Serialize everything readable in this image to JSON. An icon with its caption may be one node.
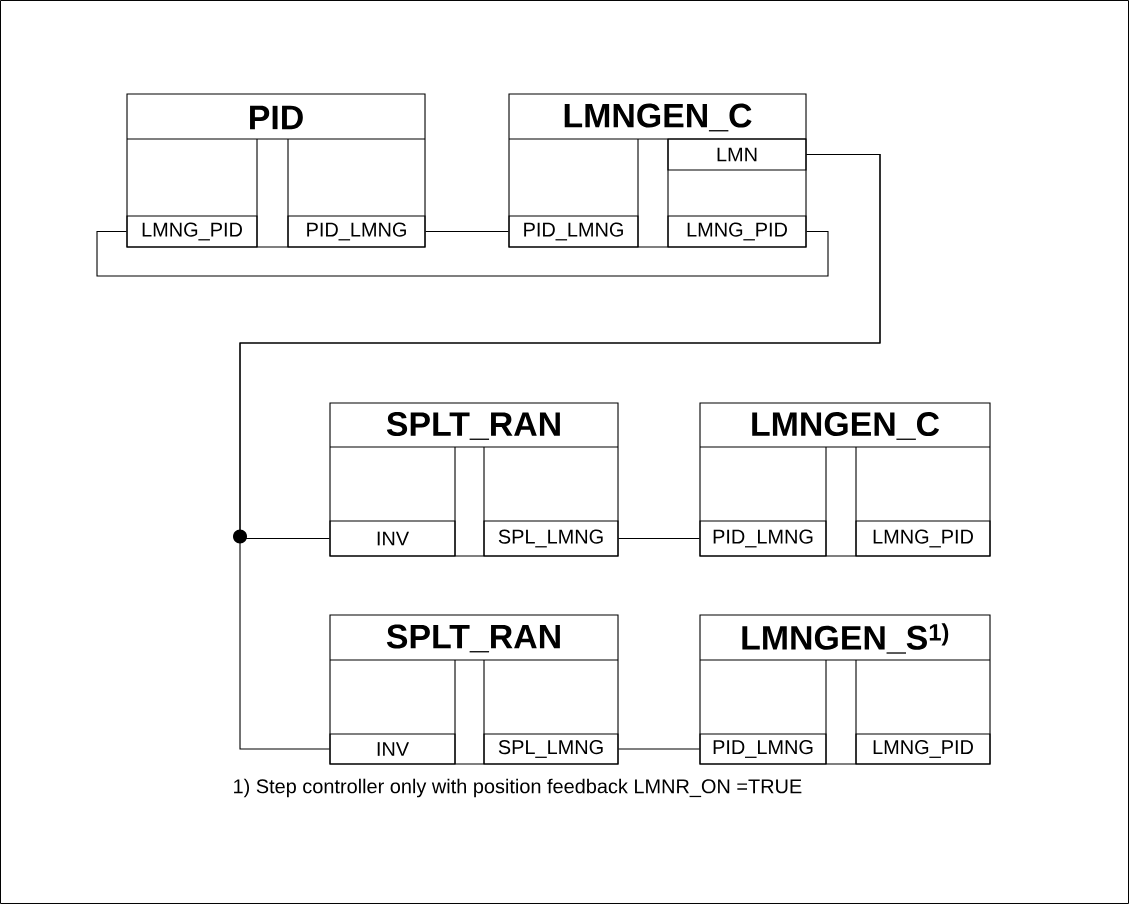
{
  "diagram": {
    "nodes": [
      {
        "text": [
          "PID"
        ]
      },
      {
        "text": [
          "LMNG_PID"
        ],
        "in": 0
      },
      {
        "text": [
          "PID_LMNG"
        ],
        "in": 0
      },
      {
        "text": [
          "LMNGEN_C"
        ]
      },
      {
        "text": [
          "PID_LMNG"
        ],
        "in": 3
      },
      {
        "text": [
          "LMN"
        ],
        "in": 3
      },
      {
        "text": [
          "LMNG_PID"
        ],
        "in": 3
      },
      {
        "text": [
          "SPLT_RAN"
        ]
      },
      {
        "text": [
          "INV"
        ],
        "in": 7
      },
      {
        "text": [
          "SPL_LMNG"
        ],
        "in": 7
      },
      {
        "text": [
          "LMNGEN_C"
        ]
      },
      {
        "text": [
          "PID_LMNG"
        ],
        "in": 10
      },
      {
        "text": [
          "LMNG_PID"
        ],
        "in": 10
      },
      {
        "text": [
          "SPLT_RAN"
        ]
      },
      {
        "text": [
          "INV"
        ],
        "in": 13
      },
      {
        "text": [
          "SPL_LMNG"
        ],
        "in": 13
      },
      {
        "text": [
          "LMNGEN_S$^{1)}$"
        ]
      },
      {
        "text": [
          "PID_LMNG"
        ],
        "in": 16
      },
      {
        "text": [
          "LMNG_PID"
        ],
        "in": 16
      }
    ],
    "edges": [
      {
        "from": 2,
        "to": 4,
        "arrow": "none"
      },
      {
        "from": 6,
        "to": 1,
        "arrow": "none"
      },
      {
        "from": 5,
        "to": 8,
        "arrow": "none"
      },
      {
        "from": 5,
        "to": 14,
        "arrow": "none"
      },
      {
        "from": 9,
        "to": 11,
        "arrow": "none"
      },
      {
        "from": 15,
        "to": 17,
        "arrow": "none"
      }
    ],
    "labels": [
      "1) Step controller only with position feedback LMNR_ON =TRUE"
    ]
  }
}
